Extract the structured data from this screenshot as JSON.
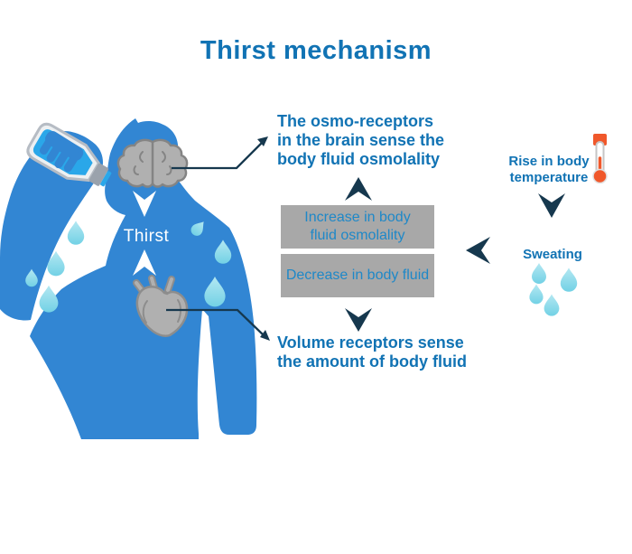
{
  "title": "Thirst mechanism",
  "person": {
    "thirst_label": "Thirst"
  },
  "annotations": {
    "osmo_receptors": {
      "line1": "The osmo-receptors",
      "line2": "in the brain sense the",
      "line3": "body fluid osmolality"
    },
    "volume_receptors": {
      "line1": "Volume receptors sense",
      "line2": "the amount of body fluid"
    }
  },
  "flow": {
    "increase_box": {
      "line1": "Increase in body",
      "line2": "fluid osmolality"
    },
    "decrease_box": {
      "label": "Decrease in body fluid"
    }
  },
  "side_flow": {
    "rise": {
      "line1": "Rise in body",
      "line2": "temperature"
    },
    "sweating_label": "Sweating"
  },
  "icons": {
    "brain": "brain-icon",
    "heart": "heart-icon",
    "water_bottle": "water-bottle-icon",
    "thermometer": "thermometer-icon",
    "water_drop": "water-drop-icon",
    "arrow": "chevron-arrow-icon"
  },
  "colors": {
    "title_blue": "#1173b4",
    "text_blue": "#1173b4",
    "box_text_blue": "#1e88c8",
    "box_gray": "#a8a8a8",
    "body_blue": "#3286d3",
    "navy": "#16384e",
    "water_blue": "#2aa7e9",
    "drop_light": "#b4e8f2",
    "drop_dark": "#72d1e5",
    "organ_gray": "#b0b0b0",
    "organ_outline": "#8d8d8d",
    "thermometer_orange": "#f0582b",
    "white": "#ffffff"
  }
}
